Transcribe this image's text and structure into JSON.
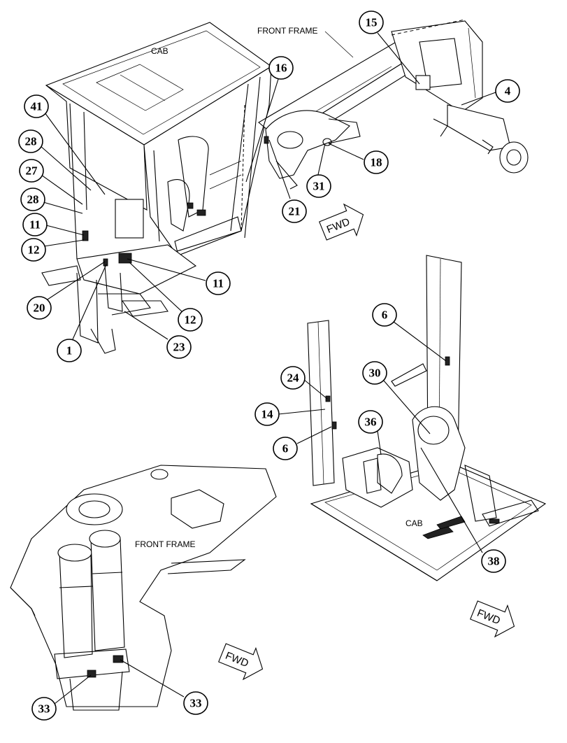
{
  "labels": {
    "cab_top": "CAB",
    "front_frame_top": "FRONT FRAME",
    "front_frame_bottom": "FRONT FRAME",
    "cab_bottom": "CAB"
  },
  "fwd": {
    "top": "FWD",
    "right": "FWD",
    "bottom": "FWD"
  },
  "callouts": {
    "c15": "15",
    "c4": "4",
    "c16": "16",
    "c41": "41",
    "c28a": "28",
    "c27": "27",
    "c28b": "28",
    "c11a": "11",
    "c12a": "12",
    "c21": "21",
    "c31": "31",
    "c18": "18",
    "c11b": "11",
    "c20": "20",
    "c12b": "12",
    "c1": "1",
    "c23": "23",
    "c6a": "6",
    "c24": "24",
    "c30": "30",
    "c14": "14",
    "c36": "36",
    "c6b": "6",
    "c38": "38",
    "c33a": "33",
    "c33b": "33"
  }
}
